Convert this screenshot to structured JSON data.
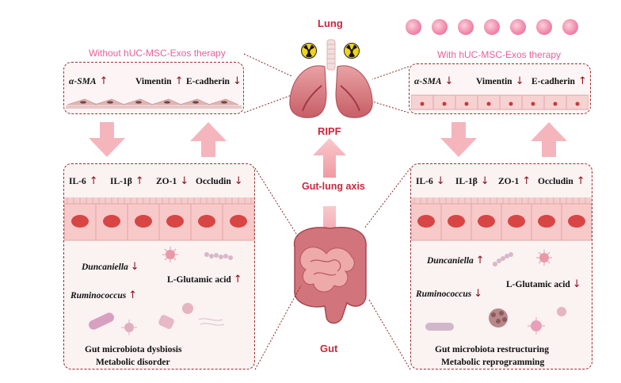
{
  "lung": {
    "title": "Lung",
    "ripf": "RIPF",
    "axis": "Gut-lung axis"
  },
  "gut": {
    "title": "Gut"
  },
  "left": {
    "title": "Without hUC-MSC-Exos therapy",
    "lung_markers": [
      {
        "name": "α-SMA",
        "dir": "up"
      },
      {
        "name": "Vimentin",
        "dir": "up"
      },
      {
        "name": "E-cadherin",
        "dir": "down"
      }
    ],
    "gut_markers": [
      {
        "name": "IL-6",
        "dir": "up"
      },
      {
        "name": "IL-1β",
        "dir": "up"
      },
      {
        "name": "ZO-1",
        "dir": "down"
      },
      {
        "name": "Occludin",
        "dir": "down"
      }
    ],
    "microbes": [
      {
        "name": "Duncaniella",
        "dir": "down"
      },
      {
        "name": "Ruminococcus",
        "dir": "up"
      }
    ],
    "metabolite": {
      "name": "L-Glutamic acid",
      "dir": "up"
    },
    "summary_1": "Gut microbiota dysbiosis",
    "summary_2": "Metabolic disorder"
  },
  "right": {
    "title": "With hUC-MSC-Exos therapy",
    "lung_markers": [
      {
        "name": "α-SMA",
        "dir": "down"
      },
      {
        "name": "Vimentin",
        "dir": "down"
      },
      {
        "name": "E-cadherin",
        "dir": "up"
      }
    ],
    "gut_markers": [
      {
        "name": "IL-6",
        "dir": "down"
      },
      {
        "name": "IL-1β",
        "dir": "down"
      },
      {
        "name": "ZO-1",
        "dir": "up"
      },
      {
        "name": "Occludin",
        "dir": "up"
      }
    ],
    "microbes": [
      {
        "name": "Duncaniella",
        "dir": "up"
      },
      {
        "name": "Ruminococcus",
        "dir": "down"
      }
    ],
    "metabolite": {
      "name": "L-Glutamic acid",
      "dir": "down"
    },
    "summary_1": "Gut microbiota restructuring",
    "summary_2": "Metabolic reprogramming"
  },
  "arrows": {
    "up": "↑",
    "down": "↓"
  },
  "colors": {
    "accent_pink": "#e8609a",
    "organ_red": "#c8283c",
    "dash": "#9a3030",
    "cell": "#d84545"
  }
}
